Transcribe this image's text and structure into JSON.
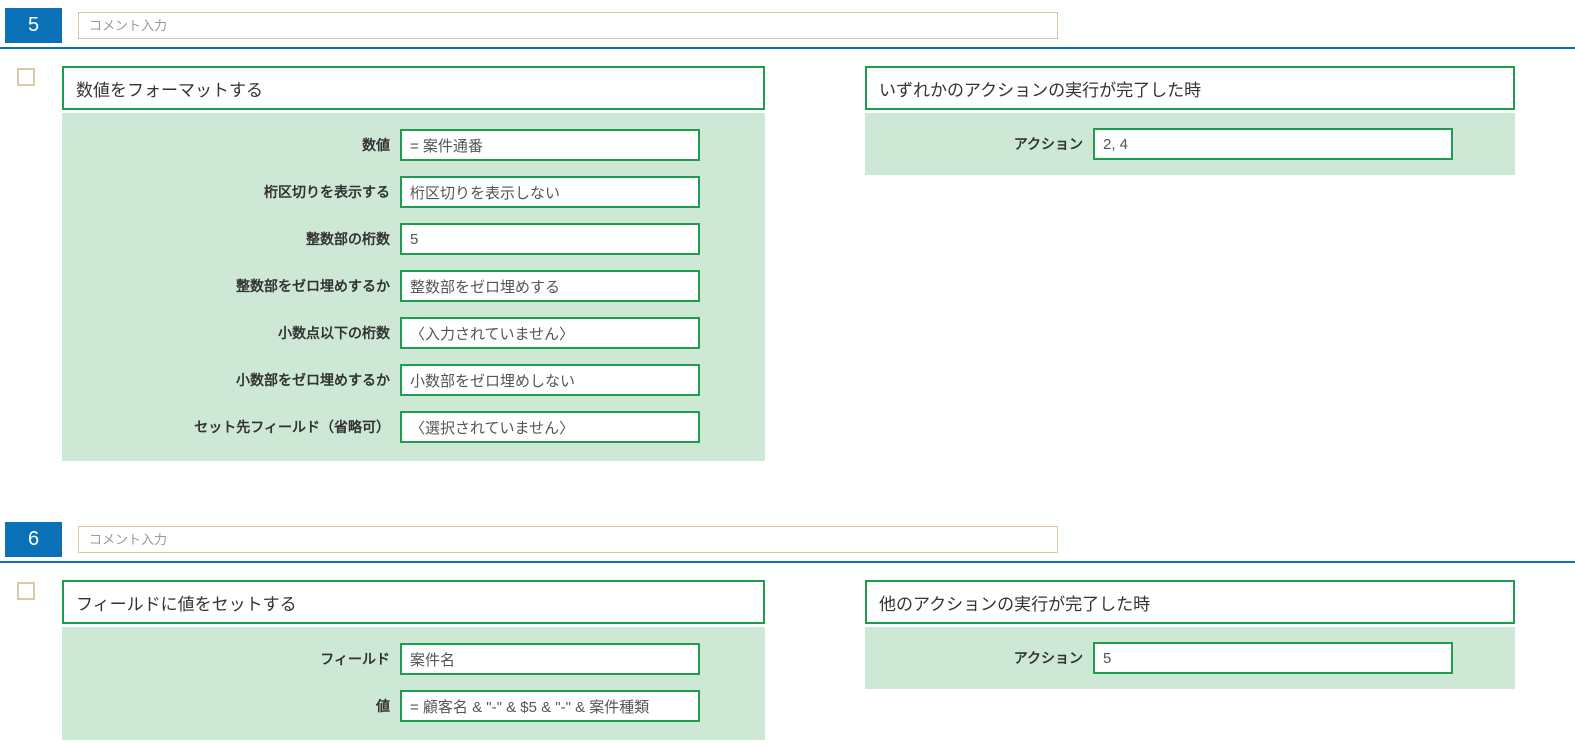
{
  "colors": {
    "step_blue": "#0a70b8",
    "green_border": "#1f9d4f",
    "green_background": "#cde8d4",
    "tan_border": "#dbc5a4"
  },
  "sections": [
    {
      "number": "5",
      "comment_placeholder": "コメント入力",
      "action": {
        "title": "数値をフォーマットする",
        "fields": [
          {
            "label": "数値",
            "value": "= 案件通番"
          },
          {
            "label": "桁区切りを表示する",
            "value": "桁区切りを表示しない"
          },
          {
            "label": "整数部の桁数",
            "value": "5"
          },
          {
            "label": "整数部をゼロ埋めするか",
            "value": "整数部をゼロ埋めする"
          },
          {
            "label": "小数点以下の桁数",
            "value": "〈入力されていません〉"
          },
          {
            "label": "小数部をゼロ埋めするか",
            "value": "小数部をゼロ埋めしない"
          },
          {
            "label": "セット先フィールド（省略可）",
            "value": "〈選択されていません〉"
          }
        ]
      },
      "trigger": {
        "title": "いずれかのアクションの実行が完了した時",
        "fields": [
          {
            "label": "アクション",
            "value": "2, 4"
          }
        ]
      }
    },
    {
      "number": "6",
      "comment_placeholder": "コメント入力",
      "action": {
        "title": "フィールドに値をセットする",
        "fields": [
          {
            "label": "フィールド",
            "value": "案件名"
          },
          {
            "label": "値",
            "value": "= 顧客名 & \"-\" & $5 & \"-\" & 案件種類"
          }
        ]
      },
      "trigger": {
        "title": "他のアクションの実行が完了した時",
        "fields": [
          {
            "label": "アクション",
            "value": "5"
          }
        ]
      }
    }
  ]
}
